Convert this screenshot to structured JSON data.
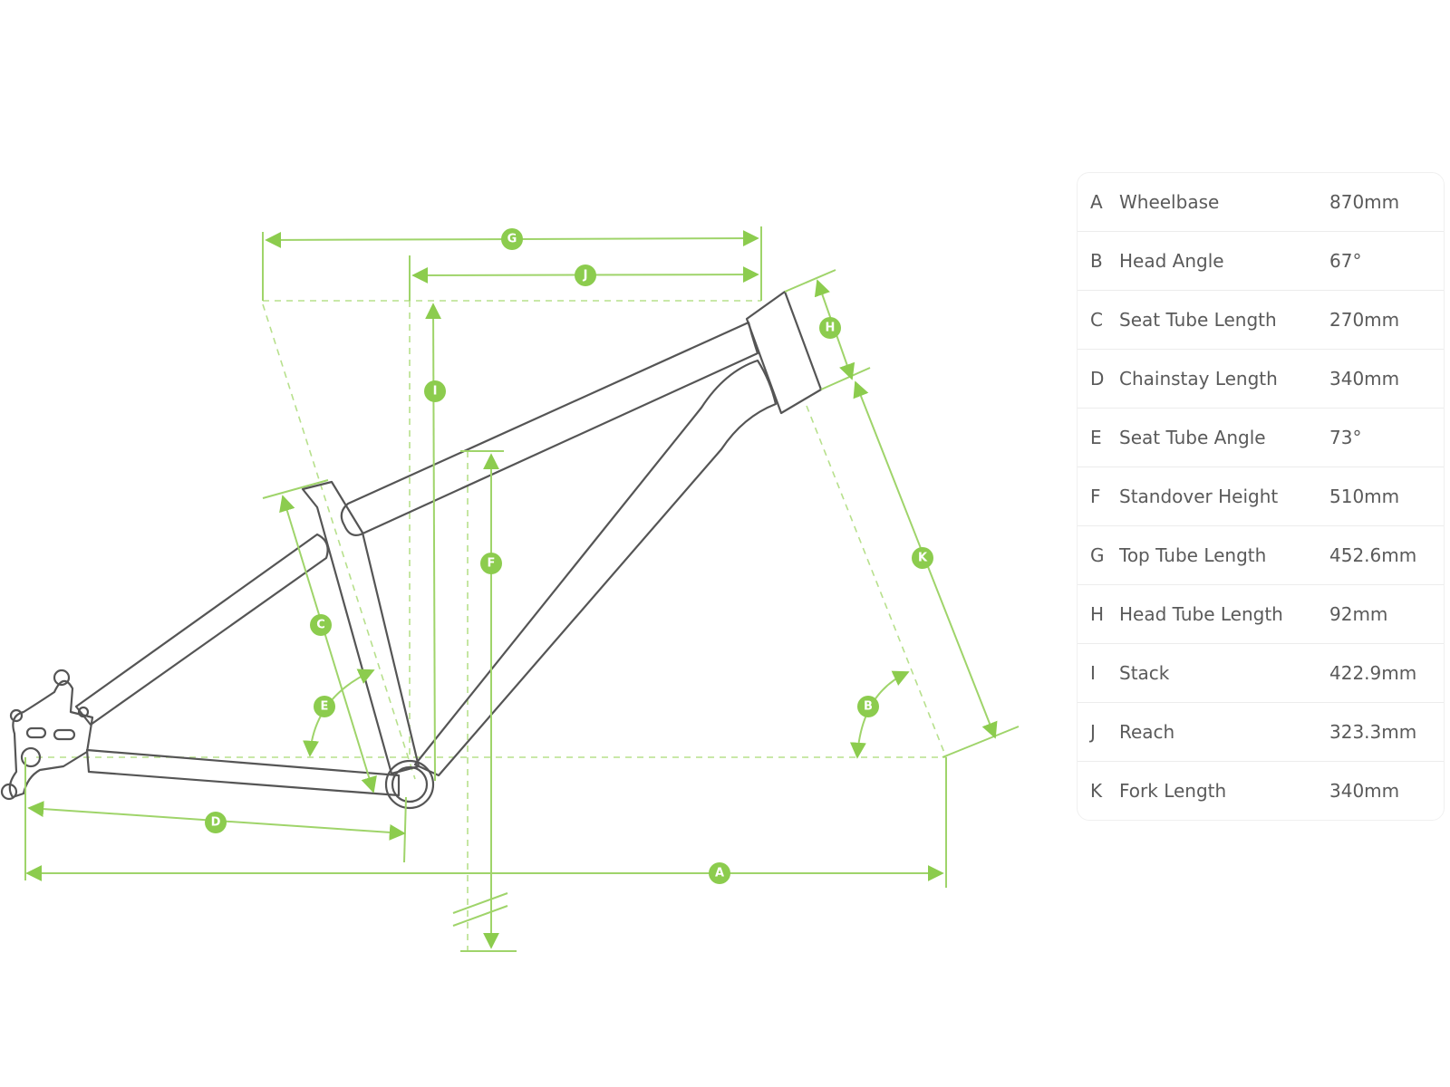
{
  "labels": [
    "A",
    "B",
    "C",
    "D",
    "E",
    "F",
    "G",
    "H",
    "I",
    "J",
    "K"
  ],
  "geometry": [
    {
      "key": "A",
      "name": "Wheelbase",
      "value": "870mm"
    },
    {
      "key": "B",
      "name": "Head Angle",
      "value": "67°"
    },
    {
      "key": "C",
      "name": "Seat Tube Length",
      "value": "270mm"
    },
    {
      "key": "D",
      "name": "Chainstay Length",
      "value": "340mm"
    },
    {
      "key": "E",
      "name": "Seat Tube Angle",
      "value": "73°"
    },
    {
      "key": "F",
      "name": "Standover Height",
      "value": "510mm"
    },
    {
      "key": "G",
      "name": "Top Tube Length",
      "value": "452.6mm"
    },
    {
      "key": "H",
      "name": "Head Tube Length",
      "value": "92mm"
    },
    {
      "key": "I",
      "name": "Stack",
      "value": "422.9mm"
    },
    {
      "key": "J",
      "name": "Reach",
      "value": "323.3mm"
    },
    {
      "key": "K",
      "name": "Fork Length",
      "value": "340mm"
    }
  ],
  "colors": {
    "accent": "#8ccc4e",
    "frame": "#555555",
    "text": "#5a5a5a"
  }
}
